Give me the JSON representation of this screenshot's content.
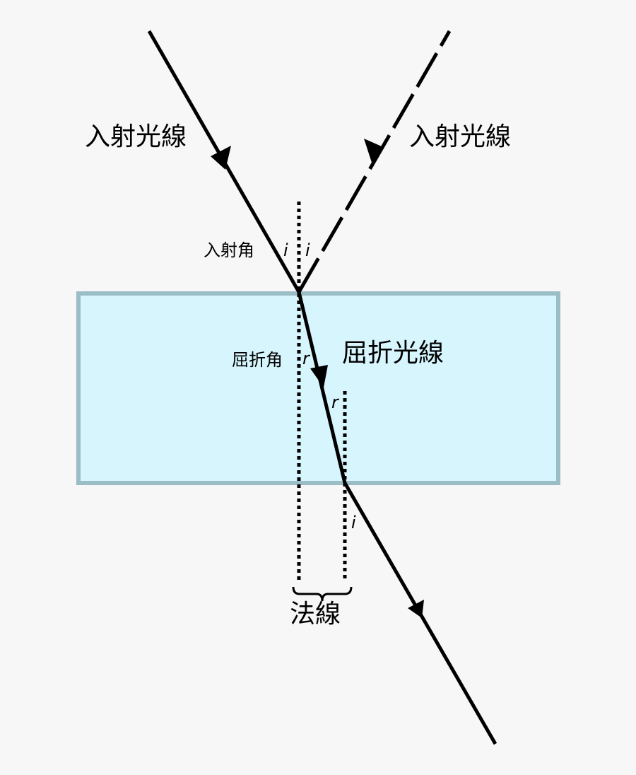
{
  "labels": {
    "incident_ray": "入射光線",
    "reflected_ray": "入射光線",
    "incidence_angle": "入射角",
    "refracted_ray": "屈折光線",
    "refraction_angle": "屈折角",
    "normal": "法線"
  },
  "angle_symbols": {
    "i_left": "i",
    "i_right": "i",
    "r_upper": "r",
    "r_lower": "r",
    "i_exit": "i"
  },
  "colors": {
    "background": "#f7f7f7",
    "medium_fill": "#d6f5fd",
    "medium_stroke": "#9bbdc6",
    "ray": "#000000"
  }
}
